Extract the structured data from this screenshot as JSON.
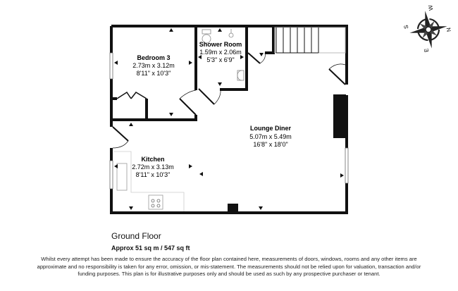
{
  "compass": {
    "letters": [
      "N",
      "E",
      "S",
      "W"
    ],
    "rotation_deg": -100
  },
  "rooms": [
    {
      "id": "bedroom-3",
      "name": "Bedroom 3",
      "metric": "2.73m x 3.12m",
      "imperial": "8'11\" x 10'3\""
    },
    {
      "id": "shower-room",
      "name": "Shower Room",
      "metric": "1.59m x 2.06m",
      "imperial": "5'3\" x 6'9\""
    },
    {
      "id": "lounge-diner",
      "name": "Lounge Diner",
      "metric": "5.07m x 5.49m",
      "imperial": "16'8\" x 18'0\""
    },
    {
      "id": "kitchen",
      "name": "Kitchen",
      "metric": "2.72m x 3.13m",
      "imperial": "8'11\" x 10'3\""
    }
  ],
  "floor": {
    "title": "Ground Floor",
    "area": "Approx 51 sq m / 547 sq ft"
  },
  "disclaimer": "Whilst every attempt has been made to ensure the accuracy of the floor plan contained here, measurements of doors, windows, rooms and any other items are approximate and no responsibility is taken for any error, omission, or mis-statement. The measurements should not be relied upon for valuation, transaction and/or funding purposes. This plan is for illustrative purposes only and should be used as such by any prospective purchaser or tenant."
}
